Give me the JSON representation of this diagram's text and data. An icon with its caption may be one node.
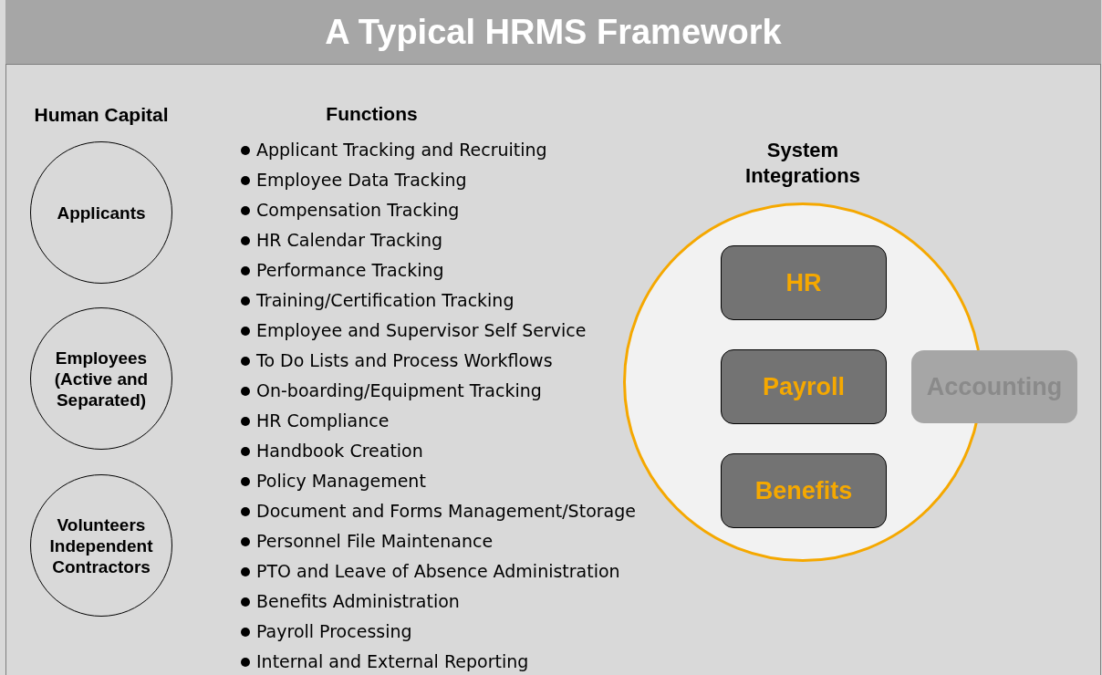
{
  "diagram": {
    "title": "A Typical HRMS Framework",
    "nodes": [
      {
        "text": [
          "Applicants"
        ]
      },
      {
        "text": [
          "Employees (Active and Separated)"
        ]
      },
      {
        "text": [
          "Volunteers Independent Contractors"
        ]
      },
      {
        "text": [
          "System Integrations"
        ]
      },
      {
        "text": [
          "HR"
        ],
        "in": 3
      },
      {
        "text": [
          "Payroll"
        ],
        "in": 3
      },
      {
        "text": [
          "Benefits"
        ],
        "in": 3
      },
      {
        "text": [
          "Accounting"
        ]
      }
    ],
    "labels": [
      "Human Capital",
      "Functions",
      "Applicant Tracking and Recruiting",
      "Employee Data Tracking",
      "Compensation Tracking",
      "HR Calendar Tracking",
      "Performance Tracking",
      "Training/Certification Tracking",
      "Employee and Supervisor Self Service",
      "To Do Lists and Process Workflows",
      "On-boarding/Equipment Tracking",
      "HR Compliance",
      "Handbook Creation",
      "Policy Management",
      "Document and Forms Management/Storage",
      "Personnel File Maintenance",
      "PTO and Leave of Absence Administration",
      "Benefits Administration",
      "Payroll Processing",
      "Internal and External Reporting"
    ]
  }
}
